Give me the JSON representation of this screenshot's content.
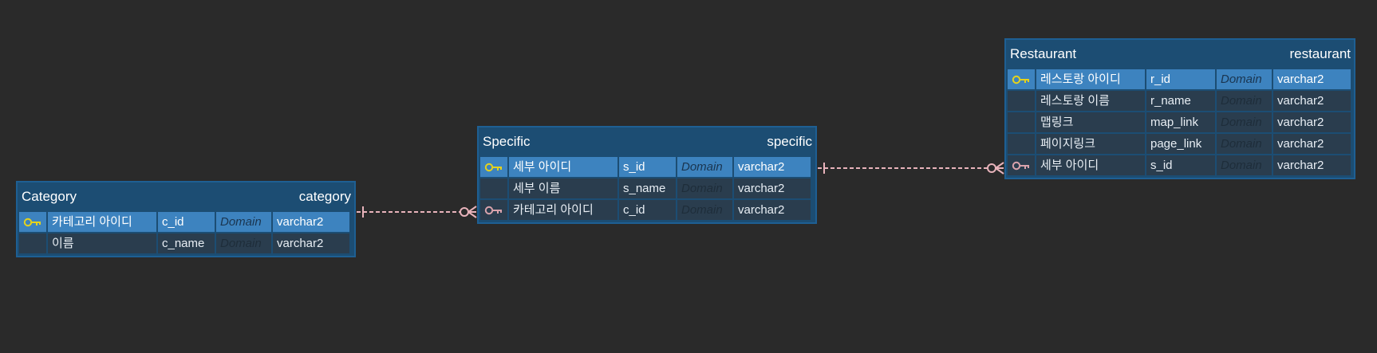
{
  "colors": {
    "background": "#2a2a2a",
    "entity_header": "#1c4d73",
    "pk_row": "#3d83bf",
    "row": "#2a3d4e",
    "primary_key_icon": "#e5d21c",
    "foreign_key_icon": "#d9a3ac",
    "relationship_line": "#e8b3bb"
  },
  "entities": {
    "category": {
      "name": "Category",
      "table": "category",
      "columns": [
        {
          "key": "primary-key-icon",
          "label": "카테고리 아이디",
          "physical": "c_id",
          "domain": "Domain",
          "type": "varchar2"
        },
        {
          "key": "",
          "label": "이름",
          "physical": "c_name",
          "domain": "Domain",
          "type": "varchar2"
        }
      ]
    },
    "specific": {
      "name": "Specific",
      "table": "specific",
      "columns": [
        {
          "key": "primary-key-icon",
          "label": "세부 아이디",
          "physical": "s_id",
          "domain": "Domain",
          "type": "varchar2"
        },
        {
          "key": "",
          "label": "세부 이름",
          "physical": "s_name",
          "domain": "Domain",
          "type": "varchar2"
        },
        {
          "key": "foreign-key-icon",
          "label": "카테고리 아이디",
          "physical": "c_id",
          "domain": "Domain",
          "type": "varchar2"
        }
      ]
    },
    "restaurant": {
      "name": "Restaurant",
      "table": "restaurant",
      "columns": [
        {
          "key": "primary-key-icon",
          "label": "레스토랑 아이디",
          "physical": "r_id",
          "domain": "Domain",
          "type": "varchar2"
        },
        {
          "key": "",
          "label": "레스토랑 이름",
          "physical": "r_name",
          "domain": "Domain",
          "type": "varchar2"
        },
        {
          "key": "",
          "label": "맵링크",
          "physical": "map_link",
          "domain": "Domain",
          "type": "varchar2"
        },
        {
          "key": "",
          "label": "페이지링크",
          "physical": "page_link",
          "domain": "Domain",
          "type": "varchar2"
        },
        {
          "key": "foreign-key-icon",
          "label": "세부 아이디",
          "physical": "s_id",
          "domain": "Domain",
          "type": "varchar2"
        }
      ]
    }
  },
  "relationships": [
    {
      "from": "category",
      "to": "specific",
      "from_cardinality": "one",
      "to_cardinality": "zero-or-many"
    },
    {
      "from": "specific",
      "to": "restaurant",
      "from_cardinality": "one",
      "to_cardinality": "zero-or-many"
    }
  ]
}
